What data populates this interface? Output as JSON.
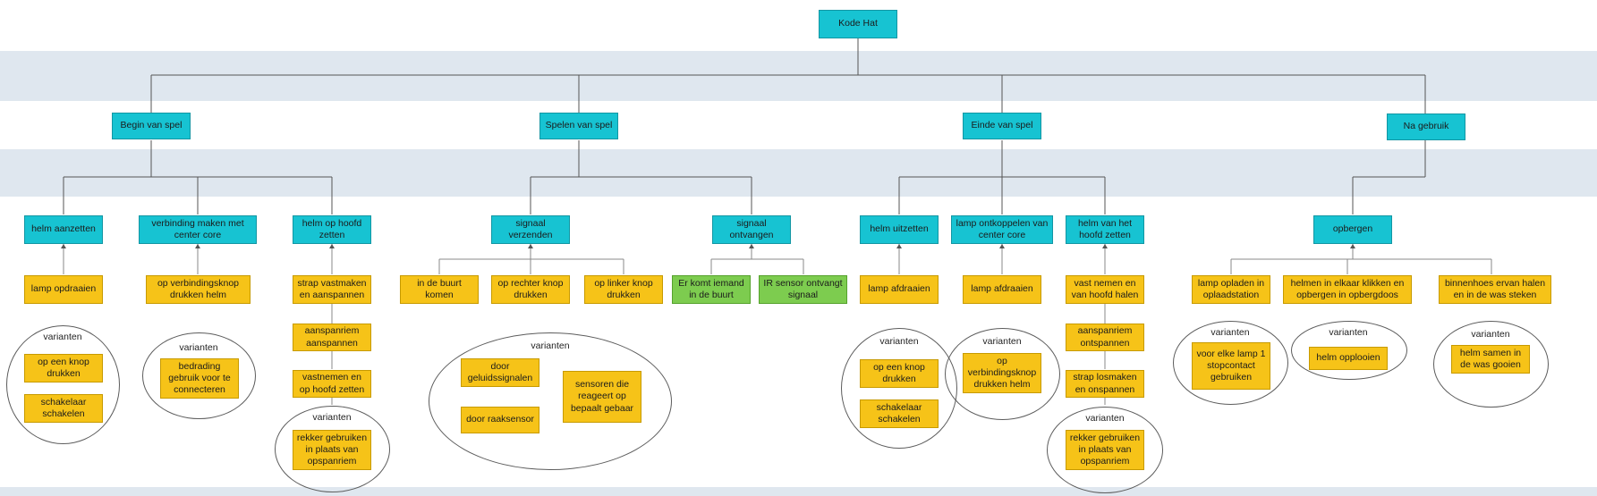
{
  "root": {
    "label": "Kode Hat"
  },
  "phases": {
    "begin": "Begin van spel",
    "spelen": "Spelen van spel",
    "einde": "Einde van spel",
    "na": "Na gebruik"
  },
  "begin": {
    "helm_aanzetten": "helm aanzetten",
    "lamp_opdraaien": "lamp opdraaien",
    "verbinding": "verbinding maken met center core",
    "op_verbindingsknop": "op verbindingsknop drukken helm",
    "helm_op_hoofd": "helm op hoofd zetten",
    "strap_vastmaken": "strap vastmaken en aanspannen",
    "aanspanriem": "aanspanriem aanspannen",
    "vastnemen": "vastnemen en op hoofd zetten",
    "variants1": {
      "label": "varianten",
      "a": "op een knop drukken",
      "b": "schakelaar schakelen"
    },
    "variants2": {
      "label": "varianten",
      "a": "bedrading gebruik voor te connecteren"
    },
    "variants3": {
      "label": "varianten",
      "a": "rekker gebruiken in plaats van opspanriem"
    }
  },
  "spelen": {
    "signaal_verzenden": "signaal verzenden",
    "in_de_buurt": "in de buurt komen",
    "rechter_knop": "op rechter knop drukken",
    "linker_knop": "op linker knop drukken",
    "signaal_ontvangen": "signaal ontvangen",
    "er_komt": "Er komt iemand in de buurt",
    "ir_sensor": "IR sensor ontvangt signaal",
    "variants": {
      "label": "varianten",
      "a": "door geluidssignalen",
      "b": "door raaksensor",
      "c": "sensoren die reageert op bepaalt gebaar"
    }
  },
  "einde": {
    "helm_uitzetten": "helm uitzetten",
    "lamp_afdraaien1": "lamp afdraaien",
    "lamp_ontkoppelen": "lamp ontkoppelen van center core",
    "lamp_afdraaien2": "lamp afdraaien",
    "helm_van_hoofd": "helm van het hoofd zetten",
    "vast_nemen": "vast nemen en van hoofd halen",
    "aanspanriem_ontspannen": "aanspanriem ontspannen",
    "strap_losmaken": "strap losmaken en onspannen",
    "variants1": {
      "label": "varianten",
      "a": "op een knop drukken",
      "b": "schakelaar schakelen"
    },
    "variants2": {
      "label": "varianten",
      "a": "op verbindingsknop drukken helm"
    },
    "variants3": {
      "label": "varianten",
      "a": "rekker gebruiken in plaats van opspanriem"
    }
  },
  "na": {
    "opbergen": "opbergen",
    "lamp_opladen": "lamp opladen in oplaadstation",
    "helmen_klikken": "helmen in elkaar klikken en opbergen in opbergdoos",
    "binnenhoes": "binnenhoes ervan halen en in de was steken",
    "variants1": {
      "label": "varianten",
      "a": "voor elke lamp 1 stopcontact gebruiken"
    },
    "variants2": {
      "label": "varianten",
      "a": "helm opplooien"
    },
    "variants3": {
      "label": "varianten",
      "a": "helm samen in de was gooien"
    }
  },
  "colors": {
    "band": "#dfe7ef",
    "cyan": "#17c3d2",
    "yellow": "#f6c318",
    "green": "#7dcc4f",
    "line": "#8a8a8a"
  }
}
